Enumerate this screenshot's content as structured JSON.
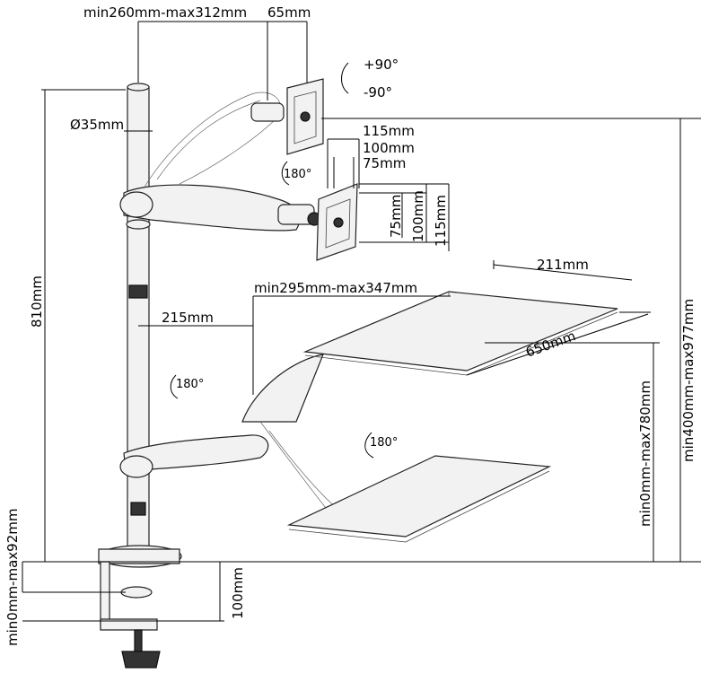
{
  "labels": {
    "arm_reach": "min260mm-max312mm",
    "vesa_offset": "65mm",
    "tilt_up": "+90°",
    "tilt_down": "-90°",
    "pole_diameter": "Ø35mm",
    "vesa_115_top": "115mm",
    "vesa_100_top": "100mm",
    "vesa_75_top": "75mm",
    "rotate_monitor": "180°",
    "vesa_75_side": "75mm",
    "vesa_100_side": "100mm",
    "vesa_115_side": "115mm",
    "tray_depth": "211mm",
    "tray_reach": "min295mm-max347mm",
    "tray_offset": "215mm",
    "pole_height": "810mm",
    "total_height": "min400mm-max977mm",
    "rotate_tray_arm": "180°",
    "tray_width": "650mm",
    "tray_height": "min0mm-max780mm",
    "rotate_tray": "180°",
    "clamp_range": "min0mm-max92mm",
    "clamp_depth": "100mm"
  }
}
